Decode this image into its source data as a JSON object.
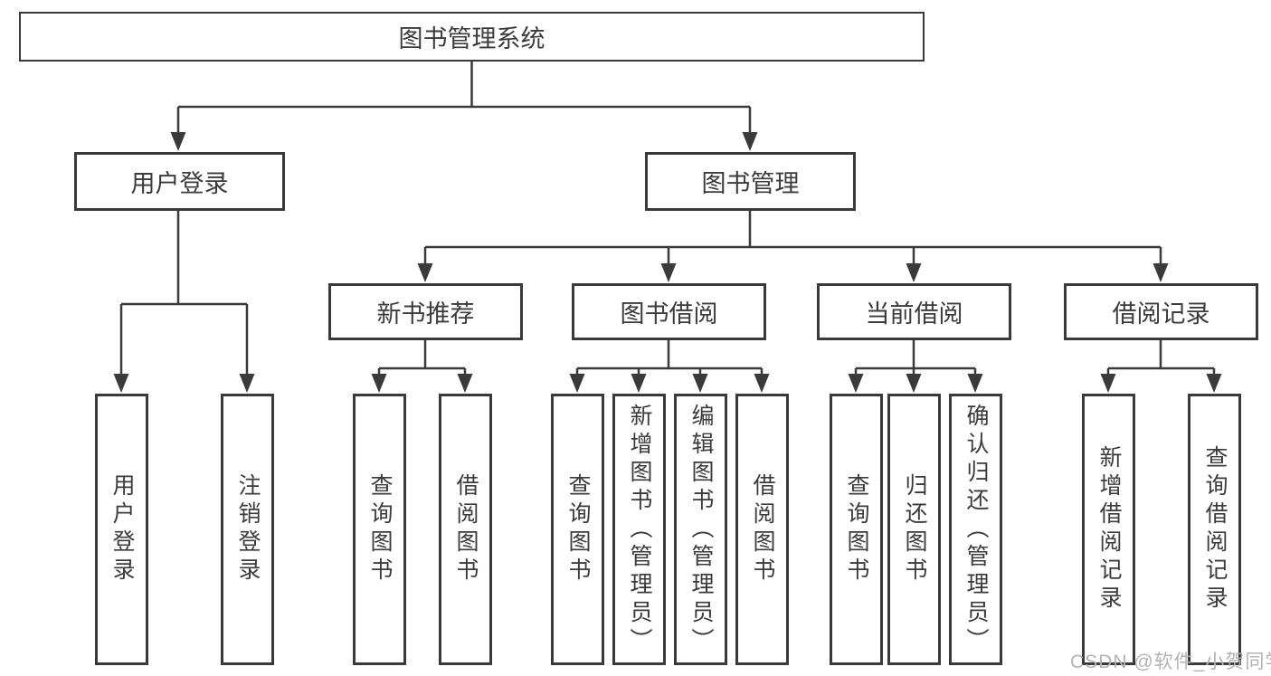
{
  "diagram_title": "图书管理系统",
  "tree": {
    "root": {
      "label": "图书管理系统",
      "children": [
        {
          "label": "用户登录",
          "children": [
            {
              "label": "用户登录"
            },
            {
              "label": "注销登录"
            }
          ]
        },
        {
          "label": "图书管理",
          "children": [
            {
              "label": "新书推荐",
              "children": [
                {
                  "label": "查询图书"
                },
                {
                  "label": "借阅图书"
                }
              ]
            },
            {
              "label": "图书借阅",
              "children": [
                {
                  "label": "查询图书"
                },
                {
                  "label": "新增图书（管理员）"
                },
                {
                  "label": "编辑图书（管理员）"
                },
                {
                  "label": "借阅图书"
                }
              ]
            },
            {
              "label": "当前借阅",
              "children": [
                {
                  "label": "查询图书"
                },
                {
                  "label": "归还图书"
                },
                {
                  "label": "确认归还（管理员）"
                }
              ]
            },
            {
              "label": "借阅记录",
              "children": [
                {
                  "label": "新增借阅记录"
                },
                {
                  "label": "查询借阅记录"
                }
              ]
            }
          ]
        }
      ]
    }
  },
  "watermark": {
    "text": "CSDN @软件_小贺同学"
  },
  "colors": {
    "line": "#3a3a3a",
    "text": "#3b3b3b",
    "background": "#ffffff",
    "watermark": "#b3b3b3"
  }
}
